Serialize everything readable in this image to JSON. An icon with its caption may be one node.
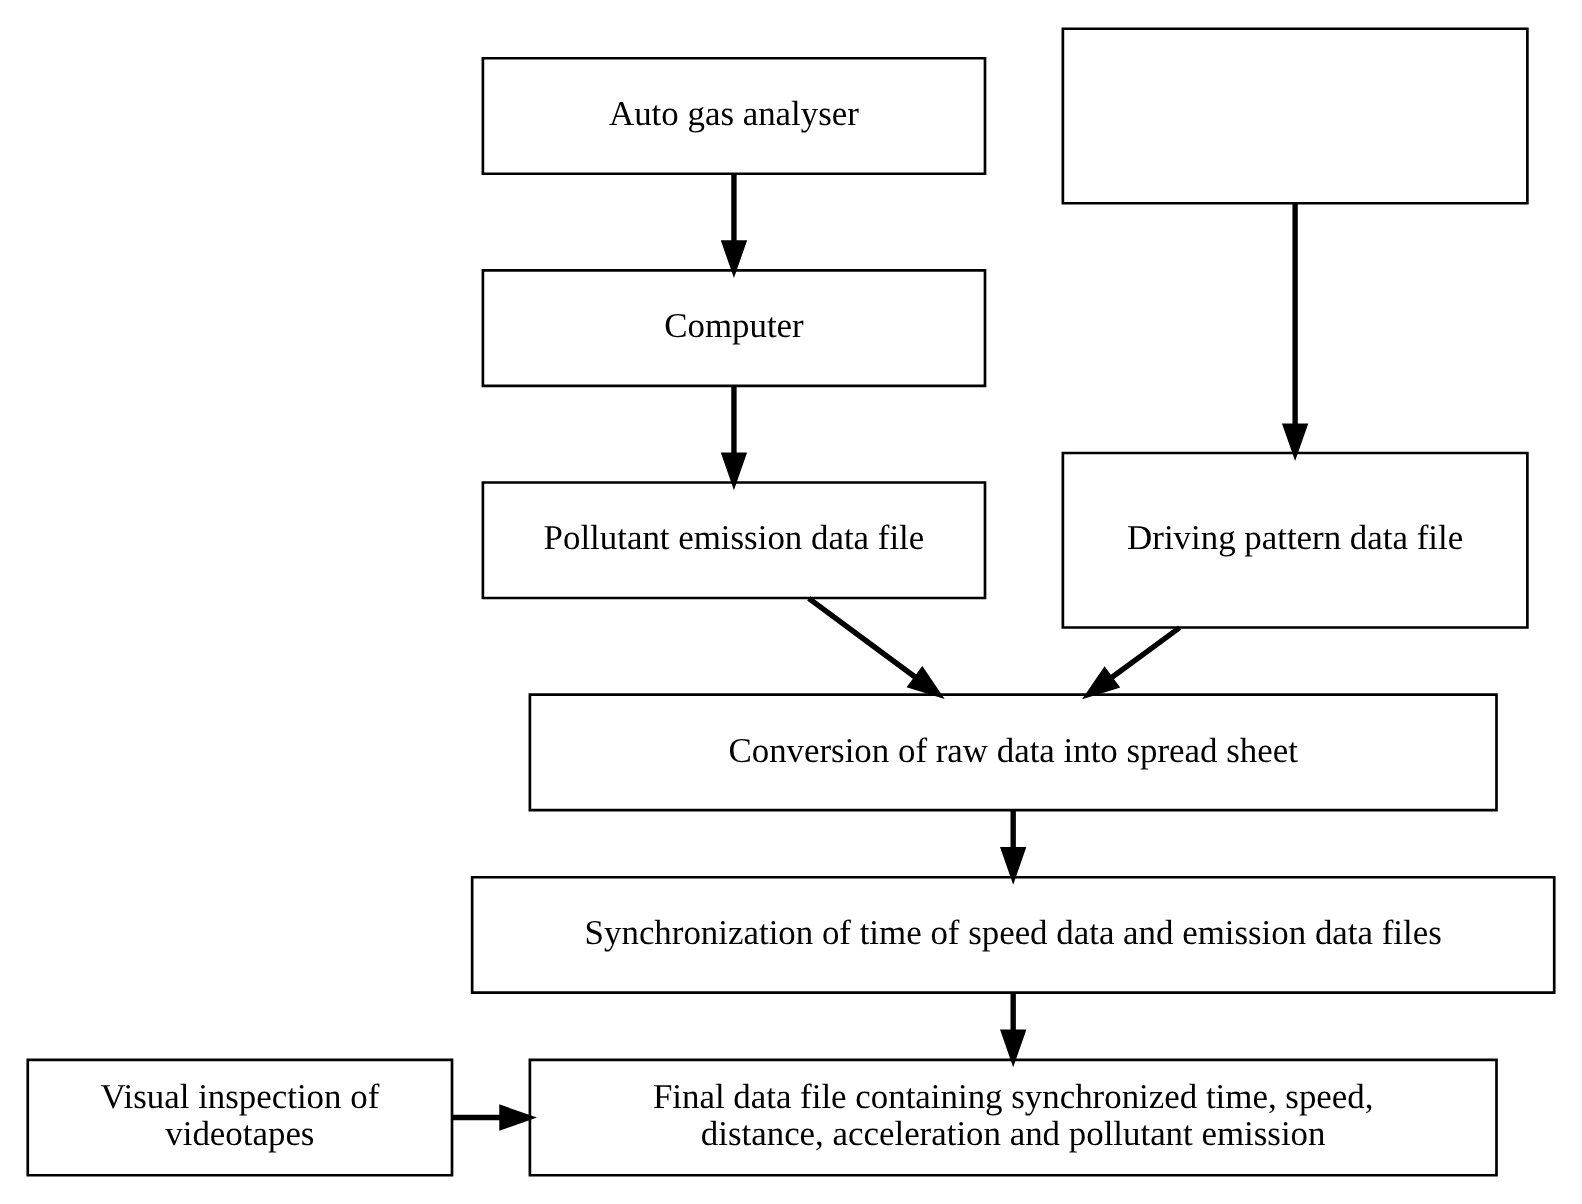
{
  "diagram": {
    "nodes": [
      {
        "text": [
          "Auto gas analyser"
        ]
      },
      {
        "text": [],
        "shape": "box"
      },
      {
        "text": [
          "Computer"
        ]
      },
      {
        "text": [
          "Pollutant emission data file"
        ]
      },
      {
        "text": [
          "Driving pattern data file"
        ]
      },
      {
        "text": [
          "Conversion of raw data into spread sheet"
        ]
      },
      {
        "text": [
          "Synchronization of time of speed data and emission data files"
        ]
      },
      {
        "text": [
          "Visual inspection of videotapes"
        ]
      },
      {
        "text": [
          "Final data file containing synchronized time, speed, distance, acceleration and pollutant emission"
        ]
      }
    ],
    "edges": [
      {
        "from": 0,
        "to": 2,
        "arrow": "to"
      },
      {
        "from": 2,
        "to": 3,
        "arrow": "to"
      },
      {
        "from": 1,
        "to": 4,
        "arrow": "to"
      },
      {
        "from": 3,
        "to": 5,
        "arrow": "to"
      },
      {
        "from": 4,
        "to": 5,
        "arrow": "to"
      },
      {
        "from": 5,
        "to": 6,
        "arrow": "to"
      },
      {
        "from": 6,
        "to": 8,
        "arrow": "to"
      },
      {
        "from": 7,
        "to": 8,
        "arrow": "to"
      }
    ]
  }
}
